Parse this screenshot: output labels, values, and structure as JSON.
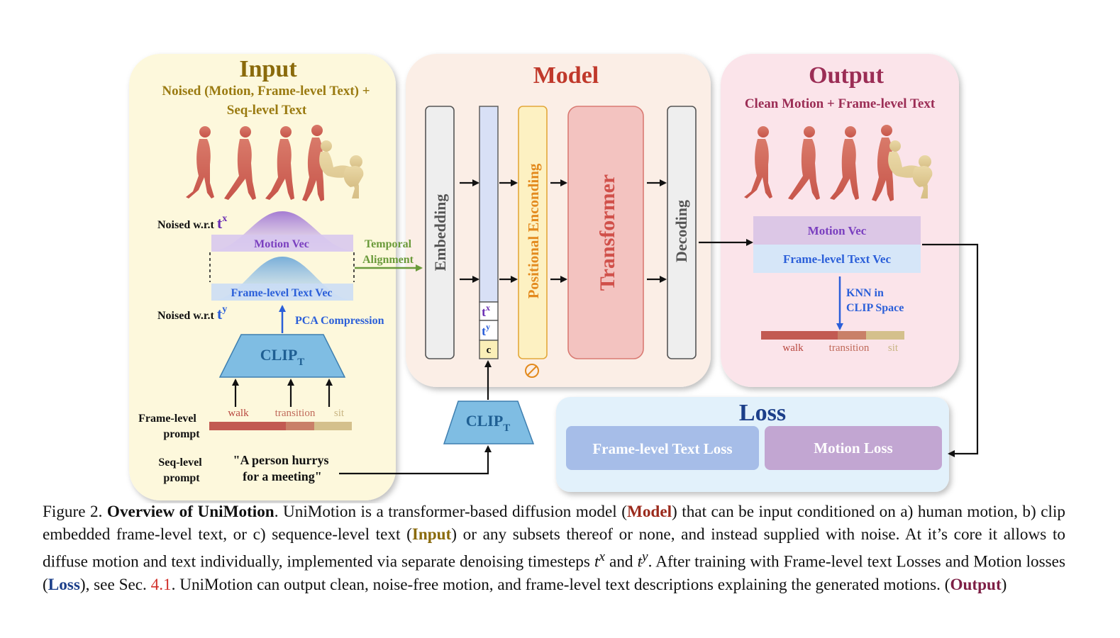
{
  "input": {
    "title": "Input",
    "subtitle_1": "Noised (Motion, Frame-level Text) +",
    "subtitle_2": "Seq-level Text",
    "noised_tx_label": "Noised w.r.t ",
    "noised_tx_sym": "t",
    "noised_tx_sup": "x",
    "noised_ty_label": "Noised w.r.t ",
    "noised_ty_sym": "t",
    "noised_ty_sup": "y",
    "motion_vec": "Motion Vec",
    "frame_text_vec": "Frame-level Text Vec",
    "temporal_1": "Temporal",
    "temporal_2": "Alignment",
    "pca": "PCA Compression",
    "clip": "CLIP",
    "clip_sub": "T",
    "frame_prompt_1": "Frame-level",
    "frame_prompt_2": "prompt",
    "seq_prompt_1": "Seq-level",
    "seq_prompt_2": "prompt",
    "seg_walk": "walk",
    "seg_transition": "transition",
    "seg_sit": "sit",
    "quote_1": "\"A person hurrys",
    "quote_2": "for a meeting\""
  },
  "model": {
    "title": "Model",
    "embedding": "Embedding",
    "token_tx": "t",
    "token_tx_sup": "x",
    "token_ty": "t",
    "token_ty_sup": "y",
    "token_c": "c",
    "positional": "Positional Enconding",
    "transformer": "Transformer",
    "decoding": "Decoding",
    "clip": "CLIP",
    "clip_sub": "T"
  },
  "output": {
    "title": "Output",
    "subtitle": "Clean Motion + Frame-level Text",
    "motion_vec": "Motion Vec",
    "frame_text_vec": "Frame-level Text Vec",
    "knn_1": "KNN in",
    "knn_2": "CLIP Space",
    "seg_walk": "walk",
    "seg_transition": "transition",
    "seg_sit": "sit"
  },
  "loss": {
    "title": "Loss",
    "frame_text_loss": "Frame-level Text Loss",
    "motion_loss": "Motion Loss"
  },
  "caption": {
    "fig_label": "Figure 2. ",
    "bold_title": "Overview of UniMotion",
    "p1": ". UniMotion is a transformer-based diffusion model (",
    "model_word": "Model",
    "p2": ") that can be input conditioned on a) human motion, b) clip embedded frame-level text, or c) sequence-level text (",
    "input_word": "Input",
    "p3": ") or any subsets thereof or none, and instead supplied with noise. At it’s core it allows to diffuse motion and text individually, implemented via separate denoising timesteps ",
    "tx": "t",
    "tx_sup": "x",
    "and": " and ",
    "ty": "t",
    "ty_sup": "y",
    "p4": ". After training with Frame-level text Losses and Motion losses (",
    "loss_word": "Loss",
    "p5": "), see Sec. ",
    "ref": "4.1",
    "p6": ". UniMotion can output clean, noise-free motion, and frame-level text descriptions explaining the generated motions. (",
    "output_word": "Output",
    "p7": ")"
  },
  "colors": {
    "input_bg": "#fdf8dc",
    "model_bg": "#fbeee6",
    "output_bg": "#fbe4ea",
    "loss_bg": "#e2f1fb",
    "input_title": "#8a6a0b",
    "model_title": "#c0392b",
    "output_title": "#9b2d55",
    "loss_title": "#1c3f8a"
  }
}
